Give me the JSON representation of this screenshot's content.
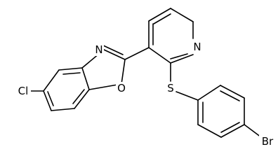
{
  "atoms": {
    "N_oxazole": "N",
    "O_oxazole": "O",
    "Cl": "Cl",
    "N_pyridine": "N",
    "S": "S",
    "Br": "Br"
  }
}
